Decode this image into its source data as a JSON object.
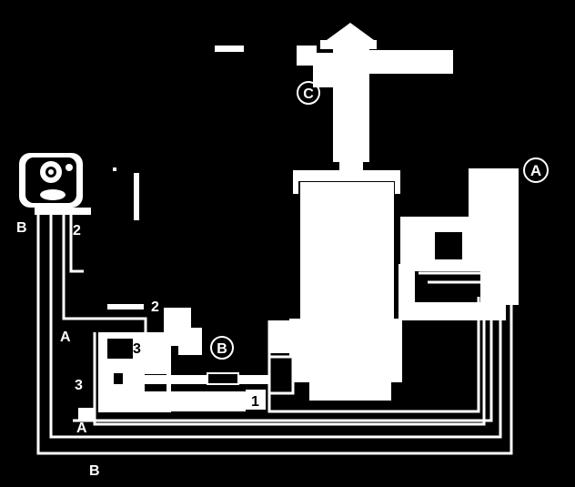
{
  "colors": {
    "background": "#000000",
    "foreground": "#ffffff"
  },
  "labels": {
    "B_left": "B",
    "two_top": "2",
    "two_mid": "2",
    "A_left": "A",
    "three_inner": "3",
    "three_left": "3",
    "A_bottom": "A",
    "B_bottom": "B",
    "one": "1"
  },
  "circled": {
    "A": "A",
    "B": "B",
    "C": "C"
  },
  "icons": {
    "controller": "control-unit-icon"
  }
}
